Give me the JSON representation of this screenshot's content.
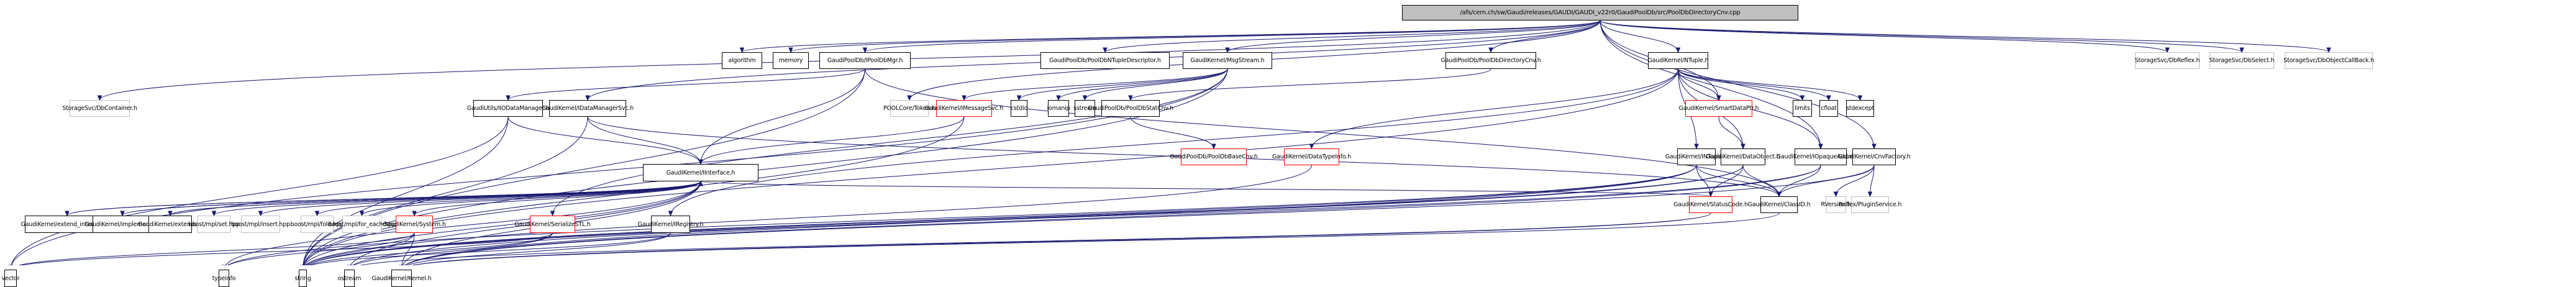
{
  "title": "Include dependency graph for PoolDbDirectoryCnv.cpp",
  "colors": {
    "edge": "#191970",
    "root_fill": "#bfbfbf",
    "documented_border": "#000000",
    "undocumented_border": "#bfbfbf",
    "truncated_border": "#ff0000"
  },
  "nodes": [
    {
      "id": "root",
      "label": "/afs/cern.ch/sw/Gaudi/releases/GAUDI/GAUDI_v22r0/GaudiPoolDb/src/PoolDbDirectoryCnv.cpp",
      "kind": "root"
    },
    {
      "id": "algorithm",
      "label": "algorithm",
      "kind": "normal"
    },
    {
      "id": "memory",
      "label": "memory",
      "kind": "normal"
    },
    {
      "id": "IPoolDbMgr",
      "label": "GaudiPoolDb/IPoolDbMgr.h",
      "kind": "normal"
    },
    {
      "id": "PoolDbNTupleDescriptor",
      "label": "GaudiPoolDb/PoolDbNTupleDescriptor.h",
      "kind": "normal"
    },
    {
      "id": "MsgStream",
      "label": "GaudiKernel/MsgStream.h",
      "kind": "normal"
    },
    {
      "id": "PoolDbDirectoryCnv",
      "label": "GaudiPoolDb/PoolDbDirectoryCnv.h",
      "kind": "normal"
    },
    {
      "id": "NTuple",
      "label": "GaudiKernel/NTuple.h",
      "kind": "normal"
    },
    {
      "id": "DbReflex",
      "label": "StorageSvc/DbReflex.h",
      "kind": "grey"
    },
    {
      "id": "DbSelect",
      "label": "StorageSvc/DbSelect.h",
      "kind": "grey"
    },
    {
      "id": "DbObjectCallBack",
      "label": "StorageSvc/DbObjectCallBack.h",
      "kind": "grey"
    },
    {
      "id": "DbContainer",
      "label": "StorageSvc/DbContainer.h",
      "kind": "grey"
    },
    {
      "id": "IIODataManager",
      "label": "GaudiUtils/IIODataManager.h",
      "kind": "normal"
    },
    {
      "id": "IDataManagerSvc",
      "label": "GaudiKernel/IDataManagerSvc.h",
      "kind": "normal"
    },
    {
      "id": "Token",
      "label": "POOLCore/Token.h",
      "kind": "grey"
    },
    {
      "id": "IMessageSvc",
      "label": "GaudiKernel/IMessageSvc.h",
      "kind": "red"
    },
    {
      "id": "cstdio",
      "label": "cstdio",
      "kind": "normal"
    },
    {
      "id": "iomanip",
      "label": "iomanip",
      "kind": "normal"
    },
    {
      "id": "sstream",
      "label": "sstream",
      "kind": "normal"
    },
    {
      "id": "PoolDbStatCnv",
      "label": "GaudiPoolDb/PoolDbStatCnv.h",
      "kind": "normal"
    },
    {
      "id": "SmartDataPtr",
      "label": "GaudiKernel/SmartDataPtr.h",
      "kind": "red"
    },
    {
      "id": "limits",
      "label": "limits",
      "kind": "normal"
    },
    {
      "id": "cfloat",
      "label": "cfloat",
      "kind": "normal"
    },
    {
      "id": "stdexcept",
      "label": "stdexcept",
      "kind": "normal"
    },
    {
      "id": "IInterface",
      "label": "GaudiKernel/IInterface.h",
      "kind": "normal"
    },
    {
      "id": "PoolDbBaseCnv",
      "label": "GaudiPoolDb/PoolDbBaseCnv.h",
      "kind": "red"
    },
    {
      "id": "DataTypeInfo",
      "label": "GaudiKernel/DataTypeInfo.h",
      "kind": "red"
    },
    {
      "id": "INTuple",
      "label": "GaudiKernel/INTuple.h",
      "kind": "normal"
    },
    {
      "id": "DataObject",
      "label": "GaudiKernel/DataObject.h",
      "kind": "normal"
    },
    {
      "id": "IOpaqueAddress",
      "label": "GaudiKernel/IOpaqueAddress.h",
      "kind": "normal"
    },
    {
      "id": "CnvFactory",
      "label": "GaudiKernel/CnvFactory.h",
      "kind": "normal"
    },
    {
      "id": "extend_interfaces",
      "label": "GaudiKernel/extend_interfaces.h",
      "kind": "normal"
    },
    {
      "id": "implements",
      "label": "GaudiKernel/implements.h",
      "kind": "normal"
    },
    {
      "id": "extends",
      "label": "GaudiKernel/extends.h",
      "kind": "normal"
    },
    {
      "id": "mpl_set",
      "label": "boost/mpl/set.hpp",
      "kind": "grey"
    },
    {
      "id": "mpl_insert",
      "label": "boost/mpl/insert.hpp",
      "kind": "grey"
    },
    {
      "id": "mpl_fold",
      "label": "boost/mpl/fold.hpp",
      "kind": "grey"
    },
    {
      "id": "mpl_for_each",
      "label": "boost/mpl/for_each.hpp",
      "kind": "grey"
    },
    {
      "id": "System",
      "label": "GaudiKernel/System.h",
      "kind": "red"
    },
    {
      "id": "SerializeSTL",
      "label": "GaudiKernel/SerializeSTL.h",
      "kind": "red"
    },
    {
      "id": "IRegistry",
      "label": "GaudiKernel/IRegistry.h",
      "kind": "normal"
    },
    {
      "id": "StatusCode",
      "label": "GaudiKernel/StatusCode.h",
      "kind": "red"
    },
    {
      "id": "ClassID",
      "label": "GaudiKernel/ClassID.h",
      "kind": "normal"
    },
    {
      "id": "RVersion",
      "label": "RVersion.h",
      "kind": "grey"
    },
    {
      "id": "PluginService",
      "label": "Reflex/PluginService.h",
      "kind": "grey"
    },
    {
      "id": "vector",
      "label": "vector",
      "kind": "normal"
    },
    {
      "id": "typeinfo",
      "label": "typeinfo",
      "kind": "normal"
    },
    {
      "id": "string",
      "label": "string",
      "kind": "normal"
    },
    {
      "id": "ostream",
      "label": "ostream",
      "kind": "normal"
    },
    {
      "id": "Kernel",
      "label": "GaudiKernel/Kernel.h",
      "kind": "normal"
    }
  ],
  "edges": [
    [
      "root",
      "algorithm"
    ],
    [
      "root",
      "memory"
    ],
    [
      "root",
      "IPoolDbMgr"
    ],
    [
      "root",
      "PoolDbNTupleDescriptor"
    ],
    [
      "root",
      "MsgStream"
    ],
    [
      "root",
      "PoolDbDirectoryCnv"
    ],
    [
      "root",
      "NTuple"
    ],
    [
      "root",
      "DbReflex"
    ],
    [
      "root",
      "DbSelect"
    ],
    [
      "root",
      "DbObjectCallBack"
    ],
    [
      "root",
      "DbContainer"
    ],
    [
      "root",
      "IDataManagerSvc"
    ],
    [
      "root",
      "SmartDataPtr"
    ],
    [
      "root",
      "IOpaqueAddress"
    ],
    [
      "root",
      "CnvFactory"
    ],
    [
      "root",
      "Token"
    ],
    [
      "IPoolDbMgr",
      "IInterface"
    ],
    [
      "IPoolDbMgr",
      "IIODataManager"
    ],
    [
      "IPoolDbMgr",
      "string"
    ],
    [
      "IPoolDbMgr",
      "ClassID"
    ],
    [
      "MsgStream",
      "IMessageSvc"
    ],
    [
      "MsgStream",
      "SerializeSTL"
    ],
    [
      "MsgStream",
      "cstdio"
    ],
    [
      "MsgStream",
      "string"
    ],
    [
      "MsgStream",
      "iomanip"
    ],
    [
      "MsgStream",
      "sstream"
    ],
    [
      "MsgStream",
      "vector"
    ],
    [
      "PoolDbDirectoryCnv",
      "PoolDbStatCnv"
    ],
    [
      "PoolDbStatCnv",
      "PoolDbBaseCnv"
    ],
    [
      "NTuple",
      "limits"
    ],
    [
      "NTuple",
      "cfloat"
    ],
    [
      "NTuple",
      "stdexcept"
    ],
    [
      "NTuple",
      "DataTypeInfo"
    ],
    [
      "NTuple",
      "INTuple"
    ],
    [
      "NTuple",
      "SmartDataPtr"
    ],
    [
      "NTuple",
      "IOpaqueAddress"
    ],
    [
      "NTuple",
      "string"
    ],
    [
      "NTuple",
      "DataObject"
    ],
    [
      "NTuple",
      "IRegistry"
    ],
    [
      "SmartDataPtr",
      "DataObject"
    ],
    [
      "IIODataManager",
      "IInterface"
    ],
    [
      "IIODataManager",
      "vector"
    ],
    [
      "IIODataManager",
      "string"
    ],
    [
      "IDataManagerSvc",
      "IInterface"
    ],
    [
      "IDataManagerSvc",
      "ClassID"
    ],
    [
      "IDataManagerSvc",
      "string"
    ],
    [
      "IMessageSvc",
      "IInterface"
    ],
    [
      "IMessageSvc",
      "string"
    ],
    [
      "IInterface",
      "extend_interfaces"
    ],
    [
      "IInterface",
      "implements"
    ],
    [
      "IInterface",
      "extends"
    ],
    [
      "IInterface",
      "mpl_set"
    ],
    [
      "IInterface",
      "mpl_insert"
    ],
    [
      "IInterface",
      "mpl_fold"
    ],
    [
      "IInterface",
      "mpl_for_each"
    ],
    [
      "IInterface",
      "System"
    ],
    [
      "IInterface",
      "StatusCode"
    ],
    [
      "IInterface",
      "Kernel"
    ],
    [
      "IInterface",
      "ostream"
    ],
    [
      "IInterface",
      "typeinfo"
    ],
    [
      "IInterface",
      "string"
    ],
    [
      "extend_interfaces",
      "IInterface"
    ],
    [
      "implements",
      "IInterface"
    ],
    [
      "extends",
      "IInterface"
    ],
    [
      "System",
      "string"
    ],
    [
      "System",
      "vector"
    ],
    [
      "System",
      "typeinfo"
    ],
    [
      "System",
      "Kernel"
    ],
    [
      "SerializeSTL",
      "vector"
    ],
    [
      "SerializeSTL",
      "ostream"
    ],
    [
      "SerializeSTL",
      "string"
    ],
    [
      "INTuple",
      "string"
    ],
    [
      "INTuple",
      "typeinfo"
    ],
    [
      "INTuple",
      "StatusCode"
    ],
    [
      "INTuple",
      "Kernel"
    ],
    [
      "INTuple",
      "ClassID"
    ],
    [
      "DataObject",
      "ClassID"
    ],
    [
      "DataObject",
      "StatusCode"
    ],
    [
      "DataObject",
      "string"
    ],
    [
      "DataObject",
      "ostream"
    ],
    [
      "IOpaqueAddress",
      "ClassID"
    ],
    [
      "IOpaqueAddress",
      "string"
    ],
    [
      "IOpaqueAddress",
      "Kernel"
    ],
    [
      "CnvFactory",
      "ClassID"
    ],
    [
      "CnvFactory",
      "RVersion"
    ],
    [
      "CnvFactory",
      "PluginService"
    ],
    [
      "CnvFactory",
      "Kernel"
    ],
    [
      "IRegistry",
      "string"
    ],
    [
      "IRegistry",
      "Kernel"
    ],
    [
      "StatusCode",
      "ostream"
    ],
    [
      "StatusCode",
      "Kernel"
    ],
    [
      "ClassID",
      "Kernel"
    ],
    [
      "DataTypeInfo",
      "string"
    ]
  ]
}
